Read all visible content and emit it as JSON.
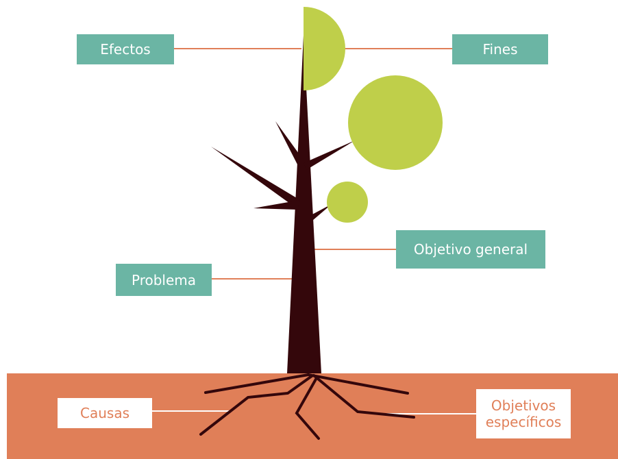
{
  "labels": {
    "efectos": "Efectos",
    "fines": "Fines",
    "objetivo_general": "Objetivo general",
    "problema": "Problema",
    "causas": "Causas",
    "objetivos_especificos": "Objetivos específicos"
  },
  "colors": {
    "teal": "#6bb5a4",
    "orange": "#e07f58",
    "trunk": "#34070b",
    "leaf": "#bfcf4a",
    "ground": "#e07f58"
  }
}
